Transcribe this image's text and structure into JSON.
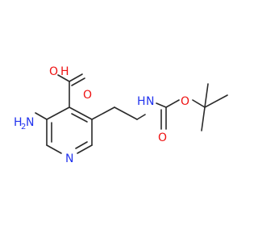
{
  "molecule": {
    "atoms": {
      "amino_n": "H",
      "amino_h2": "2",
      "amino_n_letter": "N",
      "carboxyl_o_top": "O",
      "carboxyl_oh": "H",
      "carboxyl_o_double": "O",
      "ring_n": "N",
      "carbamate_nh_h": "H",
      "carbamate_nh_n": "N",
      "carbamate_o_double": "O",
      "carbamate_o_ester": "O"
    },
    "colors": {
      "nitrogen": "#2233ee",
      "oxygen": "#ee1111",
      "bond": "#2a2a2a"
    }
  }
}
